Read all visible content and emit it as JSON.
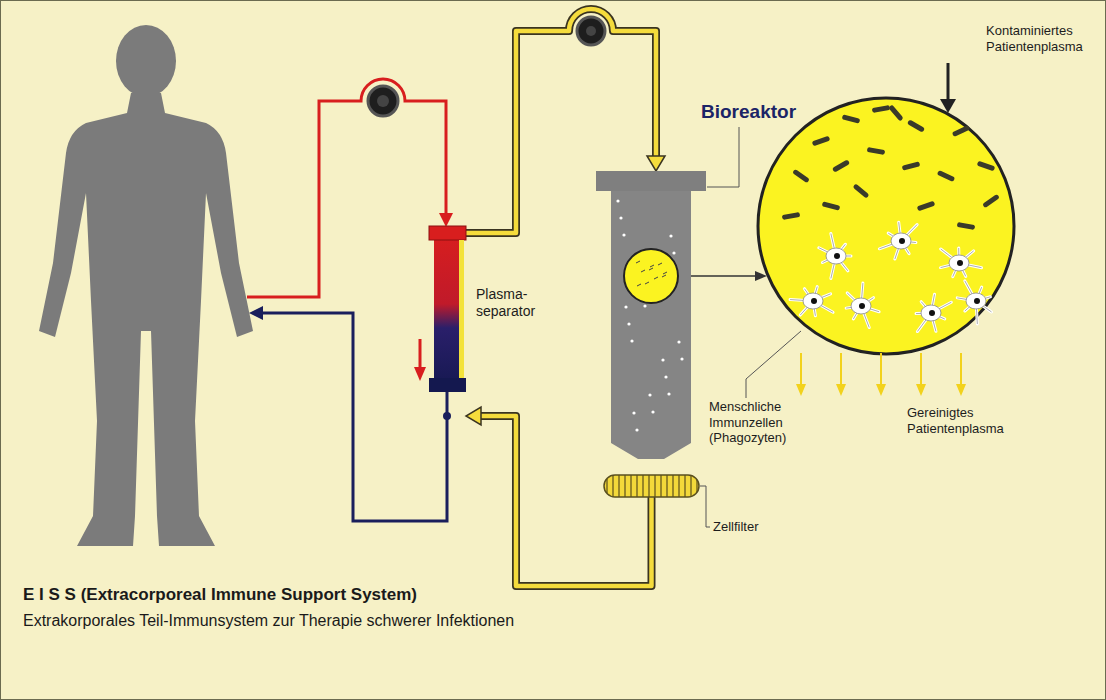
{
  "diagram": {
    "title": "E I S S (Extracorporeal Immune Support System)",
    "caption": "Extrakorporales Teil-Immunsystem zur Therapie schwerer Infektionen",
    "nodes": [
      {
        "text": [
          "Plasma- separator"
        ]
      },
      {
        "text": [
          "Bioreaktor"
        ]
      },
      {
        "text": [
          "Zellfilter"
        ]
      }
    ],
    "edges": [
      {
        "from": 0,
        "to": 1,
        "arrow": "to"
      },
      {
        "from": 2,
        "to": 0,
        "arrow": "to"
      }
    ],
    "labels": [
      "Kontaminiertes Patientenplasma",
      "Menschliche Immunzellen (Phagozyten)",
      "Gereinigtes Patientenplasma"
    ]
  }
}
